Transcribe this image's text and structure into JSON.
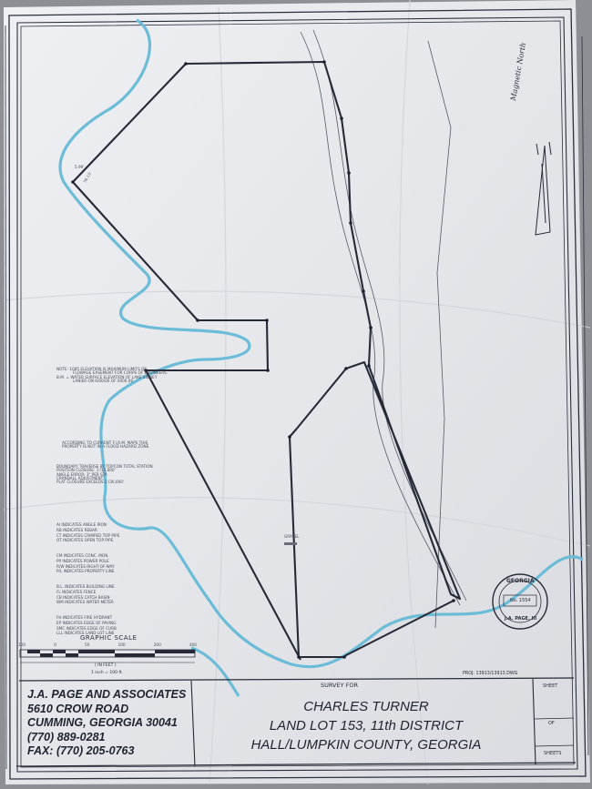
{
  "company": {
    "name": "J.A. PAGE AND ASSOCIATES",
    "address1": "5610 CROW ROAD",
    "address2": "CUMMING, GEORGIA  30041",
    "phone": "(770) 889-0281",
    "fax": "FAX: (770) 205-0763"
  },
  "title_block": {
    "survey_for": "SURVEY FOR",
    "client": "CHARLES TURNER",
    "land_lot": "LAND LOT 153, 11th DISTRICT",
    "county": "HALL/LUMPKIN COUNTY, GEORGIA",
    "sheet": "SHEET",
    "of": "OF",
    "sheets": "SHEETS"
  },
  "project_number": "PROJ: 13913/13913.DWG",
  "scale": {
    "title": "GRAPHIC SCALE",
    "units": "( IN FEET )",
    "ratio": "1 inch = 100 ft.",
    "ticks": [
      "100",
      "0",
      "50",
      "100",
      "200",
      "400"
    ]
  },
  "north_arrow": {
    "label": "Magnetic North"
  },
  "seal": {
    "state": "GEORGIA",
    "number": "No. 1554",
    "name": "J.A. PAGE, III"
  },
  "notes": {
    "elevation": [
      "NOTE: 1085 ELEVATION IS MAXIMUM LIMITS OF",
      "FLOWAGE EASEMENT FOR CORPS OF ENGINEERS.",
      "",
      "B.M. = WATER SURFACE ELEVATION OF LAKE SIDNEY",
      "LANIER ON 6/00/00 OF 0000.00"
    ],
    "flood": [
      "ACCORDING TO CURRENT F.I.R.M. MAPS THIS",
      "PROPERTY IS NOT IN A FLOOD HAZARD ZONE."
    ],
    "traverse": [
      "BOUNDARY TRAVERSE BY TOPCON TOTAL STATION",
      "POSITION CLOSURE: 1'/15,000'",
      "ANGLE ERROR: 3\" PER STA",
      "CRANDALL ADJUSTMENT",
      "PLAT CLOSURE EXCEEDS 1'/30,000'"
    ],
    "legend": [
      "AI INDICATES ANGLE IRON",
      "RB INDICATES REBAR",
      "CT INDICATES CRIMPED TOP PIPE",
      "OT INDICATES OPEN TOP PIPE",
      "CM INDICATES CONC. MON.",
      "PP INDICATES POWER POLE",
      "R/W INDICATES RIGHT-OF-WAY",
      "P/L INDICATES PROPERTY LINE",
      "B.L. INDICATES BUILDING LINE",
      "FL INDICATES FENCE",
      "CB INDICATES CATCH BASIN",
      "WM INDICATES WATER METER",
      "FH INDICATES FIRE HYDRANT",
      "EP INDICATES EDGE OF PAVING",
      "SMC INDICATES EDGE OF CURB",
      "LLL INDICATES LAND LOT LINE"
    ]
  },
  "drawing": {
    "corner_label_1": "5.99'",
    "corner_label_2": "76.13'",
    "road_label": "GRAVEL"
  },
  "colors": {
    "paper": "#e9ebef",
    "ink": "#2b2f3c",
    "water": "#6cbcd8",
    "background": "#8d8f94"
  }
}
